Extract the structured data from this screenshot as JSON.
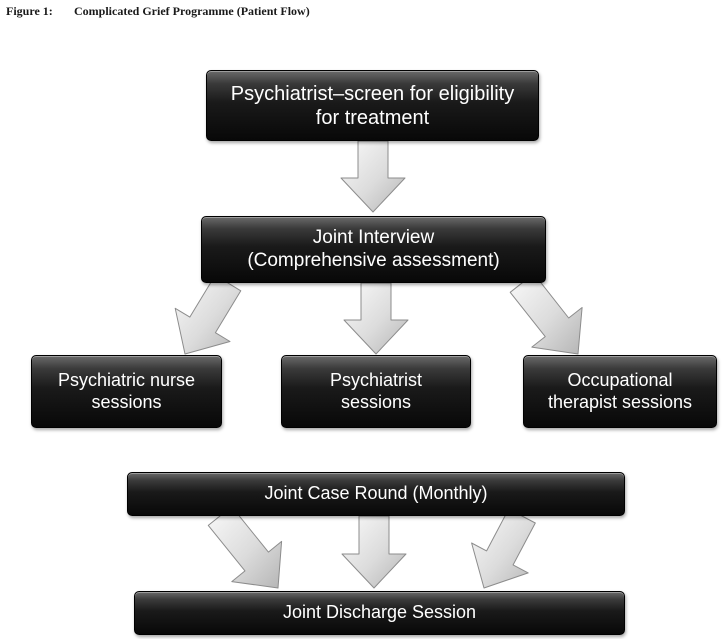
{
  "figure": {
    "label": "Figure 1:",
    "title": "Complicated Grief Programme (Patient Flow)"
  },
  "nodes": {
    "screen": {
      "line1": "Psychiatrist–screen for eligibility",
      "line2": "for treatment"
    },
    "joint_interview": {
      "line1": "Joint Interview",
      "line2": "(Comprehensive assessment)"
    },
    "nurse": {
      "line1": "Psychiatric nurse",
      "line2": "sessions"
    },
    "psychiatrist": {
      "line1": "Psychiatrist",
      "line2": "sessions"
    },
    "ot": {
      "line1": "Occupational",
      "line2": "therapist sessions"
    },
    "case_round": {
      "line1": "Joint Case Round (Monthly)"
    },
    "discharge": {
      "line1": "Joint Discharge Session"
    }
  },
  "edges": [
    {
      "from": "screen",
      "to": "joint_interview"
    },
    {
      "from": "joint_interview",
      "to": "nurse"
    },
    {
      "from": "joint_interview",
      "to": "psychiatrist"
    },
    {
      "from": "joint_interview",
      "to": "ot"
    },
    {
      "from": "case_round",
      "to": "discharge"
    },
    {
      "from": "case_round",
      "to": "discharge"
    },
    {
      "from": "case_round",
      "to": "discharge"
    }
  ],
  "colors": {
    "box_fill_dark": "#080808",
    "box_fill_light": "#6a6a6a",
    "box_text": "#ffffff",
    "arrow_fill_light": "#fafafa",
    "arrow_fill_dark": "#b5b5b5",
    "arrow_stroke": "#8c8c8c"
  }
}
